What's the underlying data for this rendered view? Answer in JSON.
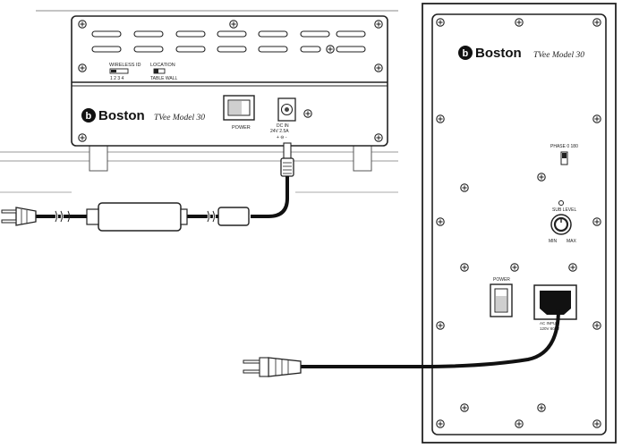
{
  "top_unit": {
    "brand": "Boston",
    "model": "TVee Model 30",
    "switch1_label": "WIRELESS ID",
    "switch1_values": "1 2 3 4",
    "switch2_label": "LOCATION",
    "switch2_values": "TABLE WALL",
    "power_label": "POWER",
    "dc_label_line1": "DC IN",
    "dc_label_line2": "24V 2.5A",
    "dc_label_line3": "+ ⊖ -"
  },
  "sub_unit": {
    "brand": "Boston",
    "model": "TVee Model 30",
    "phase_label": "PHASE 0 180",
    "level_label": "SUB LEVEL",
    "level_min": "MIN",
    "level_max": "MAX",
    "power_label": "POWER",
    "ac_label_line1": "AC INPUT",
    "ac_label_line2": "120V 60Hz"
  },
  "colors": {
    "stroke": "#222222",
    "panel": "#ffffff",
    "shade": "#e6e6e6",
    "cable": "#111111"
  }
}
